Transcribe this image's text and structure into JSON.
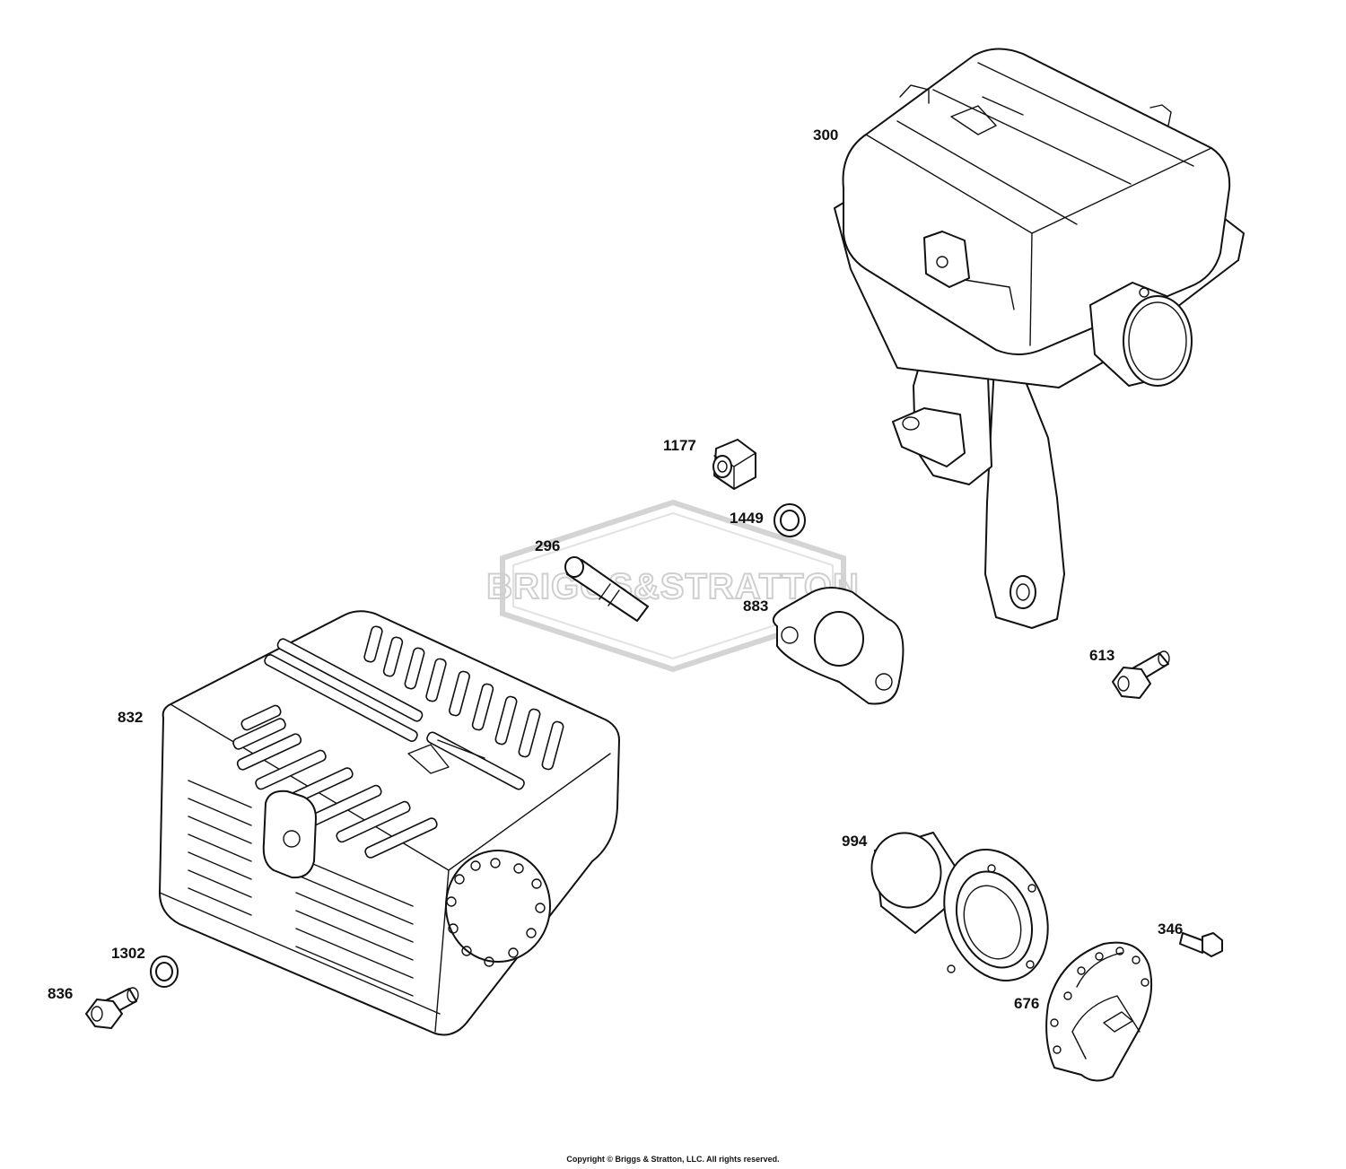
{
  "watermark": {
    "text": "BRIGGS&STRATTON"
  },
  "parts": [
    {
      "id": "300",
      "label": "300",
      "desc": "muffler assembly"
    },
    {
      "id": "1177",
      "label": "1177",
      "desc": "nut"
    },
    {
      "id": "1449",
      "label": "1449",
      "desc": "lock washer"
    },
    {
      "id": "296",
      "label": "296",
      "desc": "stud"
    },
    {
      "id": "883",
      "label": "883",
      "desc": "gasket"
    },
    {
      "id": "613",
      "label": "613",
      "desc": "screw"
    },
    {
      "id": "832",
      "label": "832",
      "desc": "muffler guard"
    },
    {
      "id": "994",
      "label": "994",
      "desc": "tube"
    },
    {
      "id": "346",
      "label": "346",
      "desc": "screw"
    },
    {
      "id": "1302",
      "label": "1302",
      "desc": "washer"
    },
    {
      "id": "836",
      "label": "836",
      "desc": "screw"
    },
    {
      "id": "676",
      "label": "676",
      "desc": "deflector"
    }
  ],
  "copyright": "Copyright © Briggs & Stratton, LLC. All rights reserved."
}
